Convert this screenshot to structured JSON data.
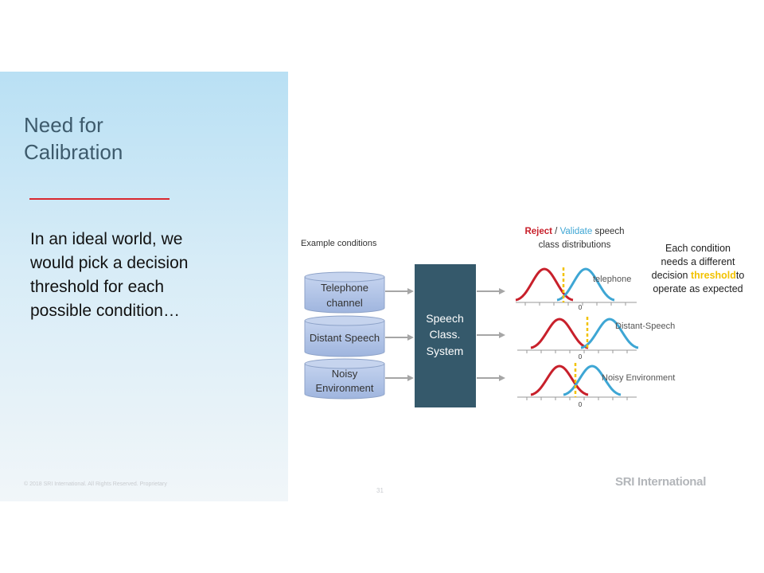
{
  "title_lines": [
    "Need for",
    "Calibration"
  ],
  "body_lines": [
    "In an ideal world, we",
    "would pick a decision",
    "threshold for each",
    "possible condition…"
  ],
  "footer": {
    "copyright": "© 2018 SRI International. All Rights Reserved. Proprietary",
    "page_number": "31",
    "logo": "SRI International"
  },
  "diagram": {
    "conditions_heading": "Example conditions",
    "conditions": [
      {
        "lines": [
          "Telephone",
          "channel"
        ]
      },
      {
        "lines": [
          "Distant Speech"
        ]
      },
      {
        "lines": [
          "Noisy",
          "Environment"
        ]
      }
    ],
    "system_box": {
      "lines": [
        "Speech",
        "Class.",
        "System"
      ]
    },
    "distribution_heading": {
      "reject": "Reject",
      "slash": " / ",
      "validate": "Validate",
      "rest_line1": " speech",
      "line2": "class distributions"
    },
    "distributions": [
      {
        "label": "telephone",
        "zero_label": "0"
      },
      {
        "label": "Distant-Speech",
        "zero_label": "0"
      },
      {
        "label": "Noisy Environment",
        "zero_label": "0"
      }
    ],
    "note": {
      "line1": "Each condition",
      "line2": "needs a different",
      "line3_pre": "decision ",
      "line3_highlight": "threshold",
      "line3_post": "to",
      "line4": "operate as expected"
    },
    "colors": {
      "reject": "#c8202b",
      "validate": "#3ea6d4",
      "threshold": "#f2c200",
      "system_box": "#35596b",
      "cylinder": "#a9bde3",
      "arrow": "#a6a6a6"
    }
  }
}
